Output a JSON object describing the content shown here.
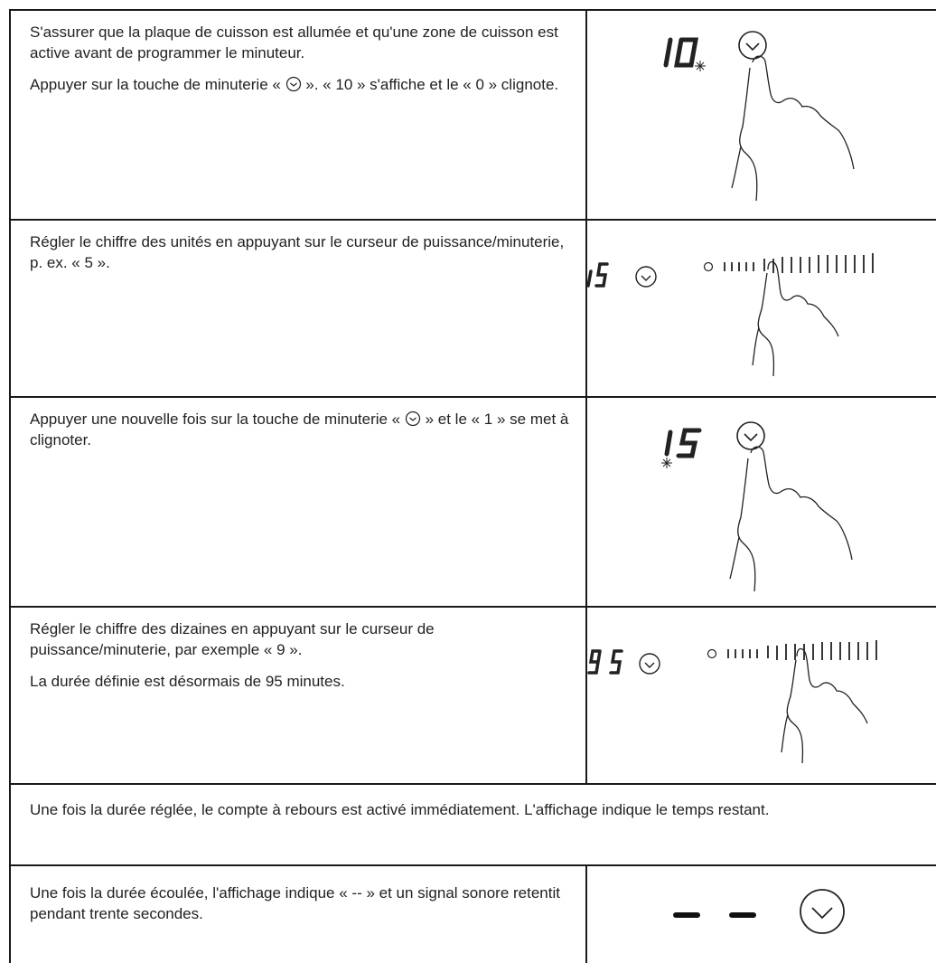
{
  "rows": [
    {
      "para1": "S'assurer que la plaque de cuisson est allumée et qu'une zone de cuisson est active avant de programmer le minuteur.",
      "para2_before": "Appuyer sur la touche de minuterie « ",
      "para2_after": " ». « 10 » s'affiche et le « 0 » clignote.",
      "display": "10"
    },
    {
      "para1": "Régler le chiffre des unités en appuyant sur le curseur de puissance/minuterie, p. ex. « 5 ».",
      "display": "15"
    },
    {
      "para1_before": "Appuyer une nouvelle fois sur la touche de minuterie « ",
      "para1_after": " » et le « 1 » se met à clignoter.",
      "display": "15"
    },
    {
      "para1": "Régler le chiffre des dizaines en appuyant sur le curseur de puissance/minuterie, par exemple « 9 ».",
      "para2": "La durée définie est désormais de 95 minutes.",
      "display": "95"
    },
    {
      "para1": "Une fois la durée réglée, le compte à rebours est activé immédiatement. L'affichage indique le temps restant."
    },
    {
      "para1": "Une fois la durée écoulée, l'affichage indique « -- » et un signal sonore retentit pendant trente secondes."
    }
  ],
  "icons": {
    "timer": "timer-clock-icon",
    "hand": "pointing-hand-icon",
    "slider": "power-timer-slider-icon"
  }
}
